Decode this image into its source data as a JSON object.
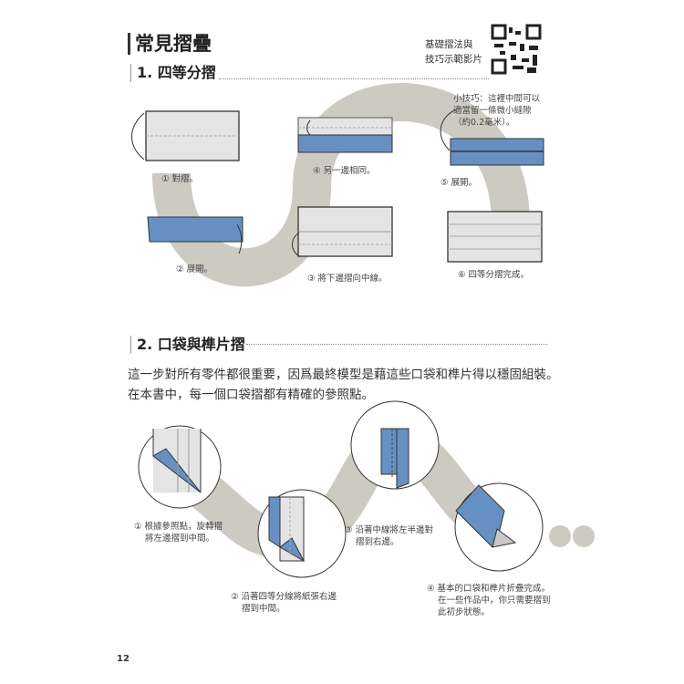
{
  "page": {
    "title": "常見摺疊",
    "page_number": "12",
    "video_note": [
      "基礎摺法與",
      "技巧示範影片"
    ]
  },
  "section1": {
    "heading": "1. 四等分摺",
    "tip": [
      "小技巧：這裡中間可以",
      "適當留一條微小縫隙",
      "（約0.2毫米）。"
    ],
    "steps": [
      {
        "label": "① 對摺。"
      },
      {
        "label": "② 展開。"
      },
      {
        "label": "③ 將下邊摺向中線。"
      },
      {
        "label": "④ 另一邊相同。"
      },
      {
        "label": "⑤ 展開。"
      },
      {
        "label": "⑥ 四等分摺完成。"
      }
    ]
  },
  "section2": {
    "heading": "2. 口袋與榫片摺",
    "paragraph": [
      "這一步對所有零件都很重要，因爲最終模型是藉這些口袋和榫片得以穩固組裝。",
      "在本書中，每一個口袋摺都有精確的參照點。"
    ],
    "steps": [
      {
        "lines": [
          "① 根據參照點，旋轉摺",
          "將左邊摺到中間。"
        ]
      },
      {
        "lines": [
          "② 沿著四等分線將紙張右邊",
          "摺到中間。"
        ]
      },
      {
        "lines": [
          "③ 沿著中線將左半邊對",
          "摺到右邊。"
        ]
      },
      {
        "lines": [
          "④ 基本的口袋和榫片折疊完成。",
          "在一些作品中，你只需要摺到",
          "此初步狀態。"
        ]
      }
    ]
  },
  "colors": {
    "band": "#cdcac2",
    "paper": "#e4e4e4",
    "blue": "#6790c2",
    "ink": "#333333"
  }
}
